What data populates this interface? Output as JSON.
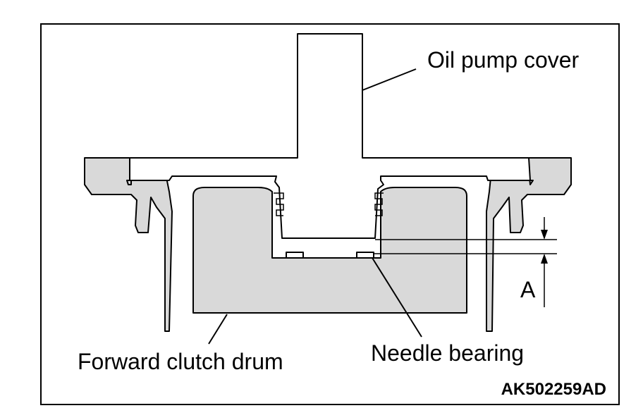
{
  "labels": {
    "oil_pump_cover": "Oil pump cover",
    "forward_clutch_drum": "Forward clutch drum",
    "needle_bearing": "Needle bearing",
    "dimension": "A"
  },
  "figure_code": "AK502259AD",
  "colors": {
    "part_fill": "#d9d9d9",
    "line": "#000000",
    "background": "#ffffff"
  }
}
